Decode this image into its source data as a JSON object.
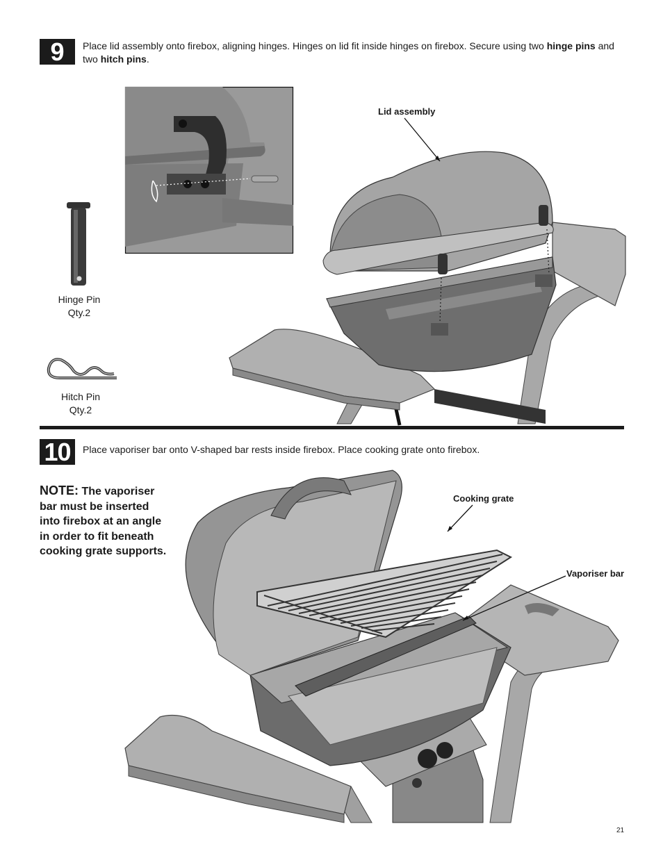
{
  "step9": {
    "number": "9",
    "text_before": "Place lid assembly onto firebox, aligning hinges. Hinges on lid fit inside hinges on firebox. Secure using two ",
    "bold1": "hinge pins",
    "text_mid": " and two ",
    "bold2": "hitch pins",
    "text_end": ".",
    "callout_lid": "Lid assembly",
    "hinge_pin_name": "Hinge Pin",
    "hinge_pin_qty": "Qty.2",
    "hitch_pin_name": "Hitch Pin",
    "hitch_pin_qty": "Qty.2"
  },
  "step10": {
    "number": "10",
    "text": "Place vaporiser bar onto V-shaped bar rests inside firebox. Place cooking grate onto firebox.",
    "note_head": "NOTE:",
    "note_body": " The vaporiser bar must be inserted into firebox at an angle in order to fit beneath cooking grate supports.",
    "callout_grate": "Cooking grate",
    "callout_vaporiser": "Vaporiser bar"
  },
  "page_number": "21"
}
